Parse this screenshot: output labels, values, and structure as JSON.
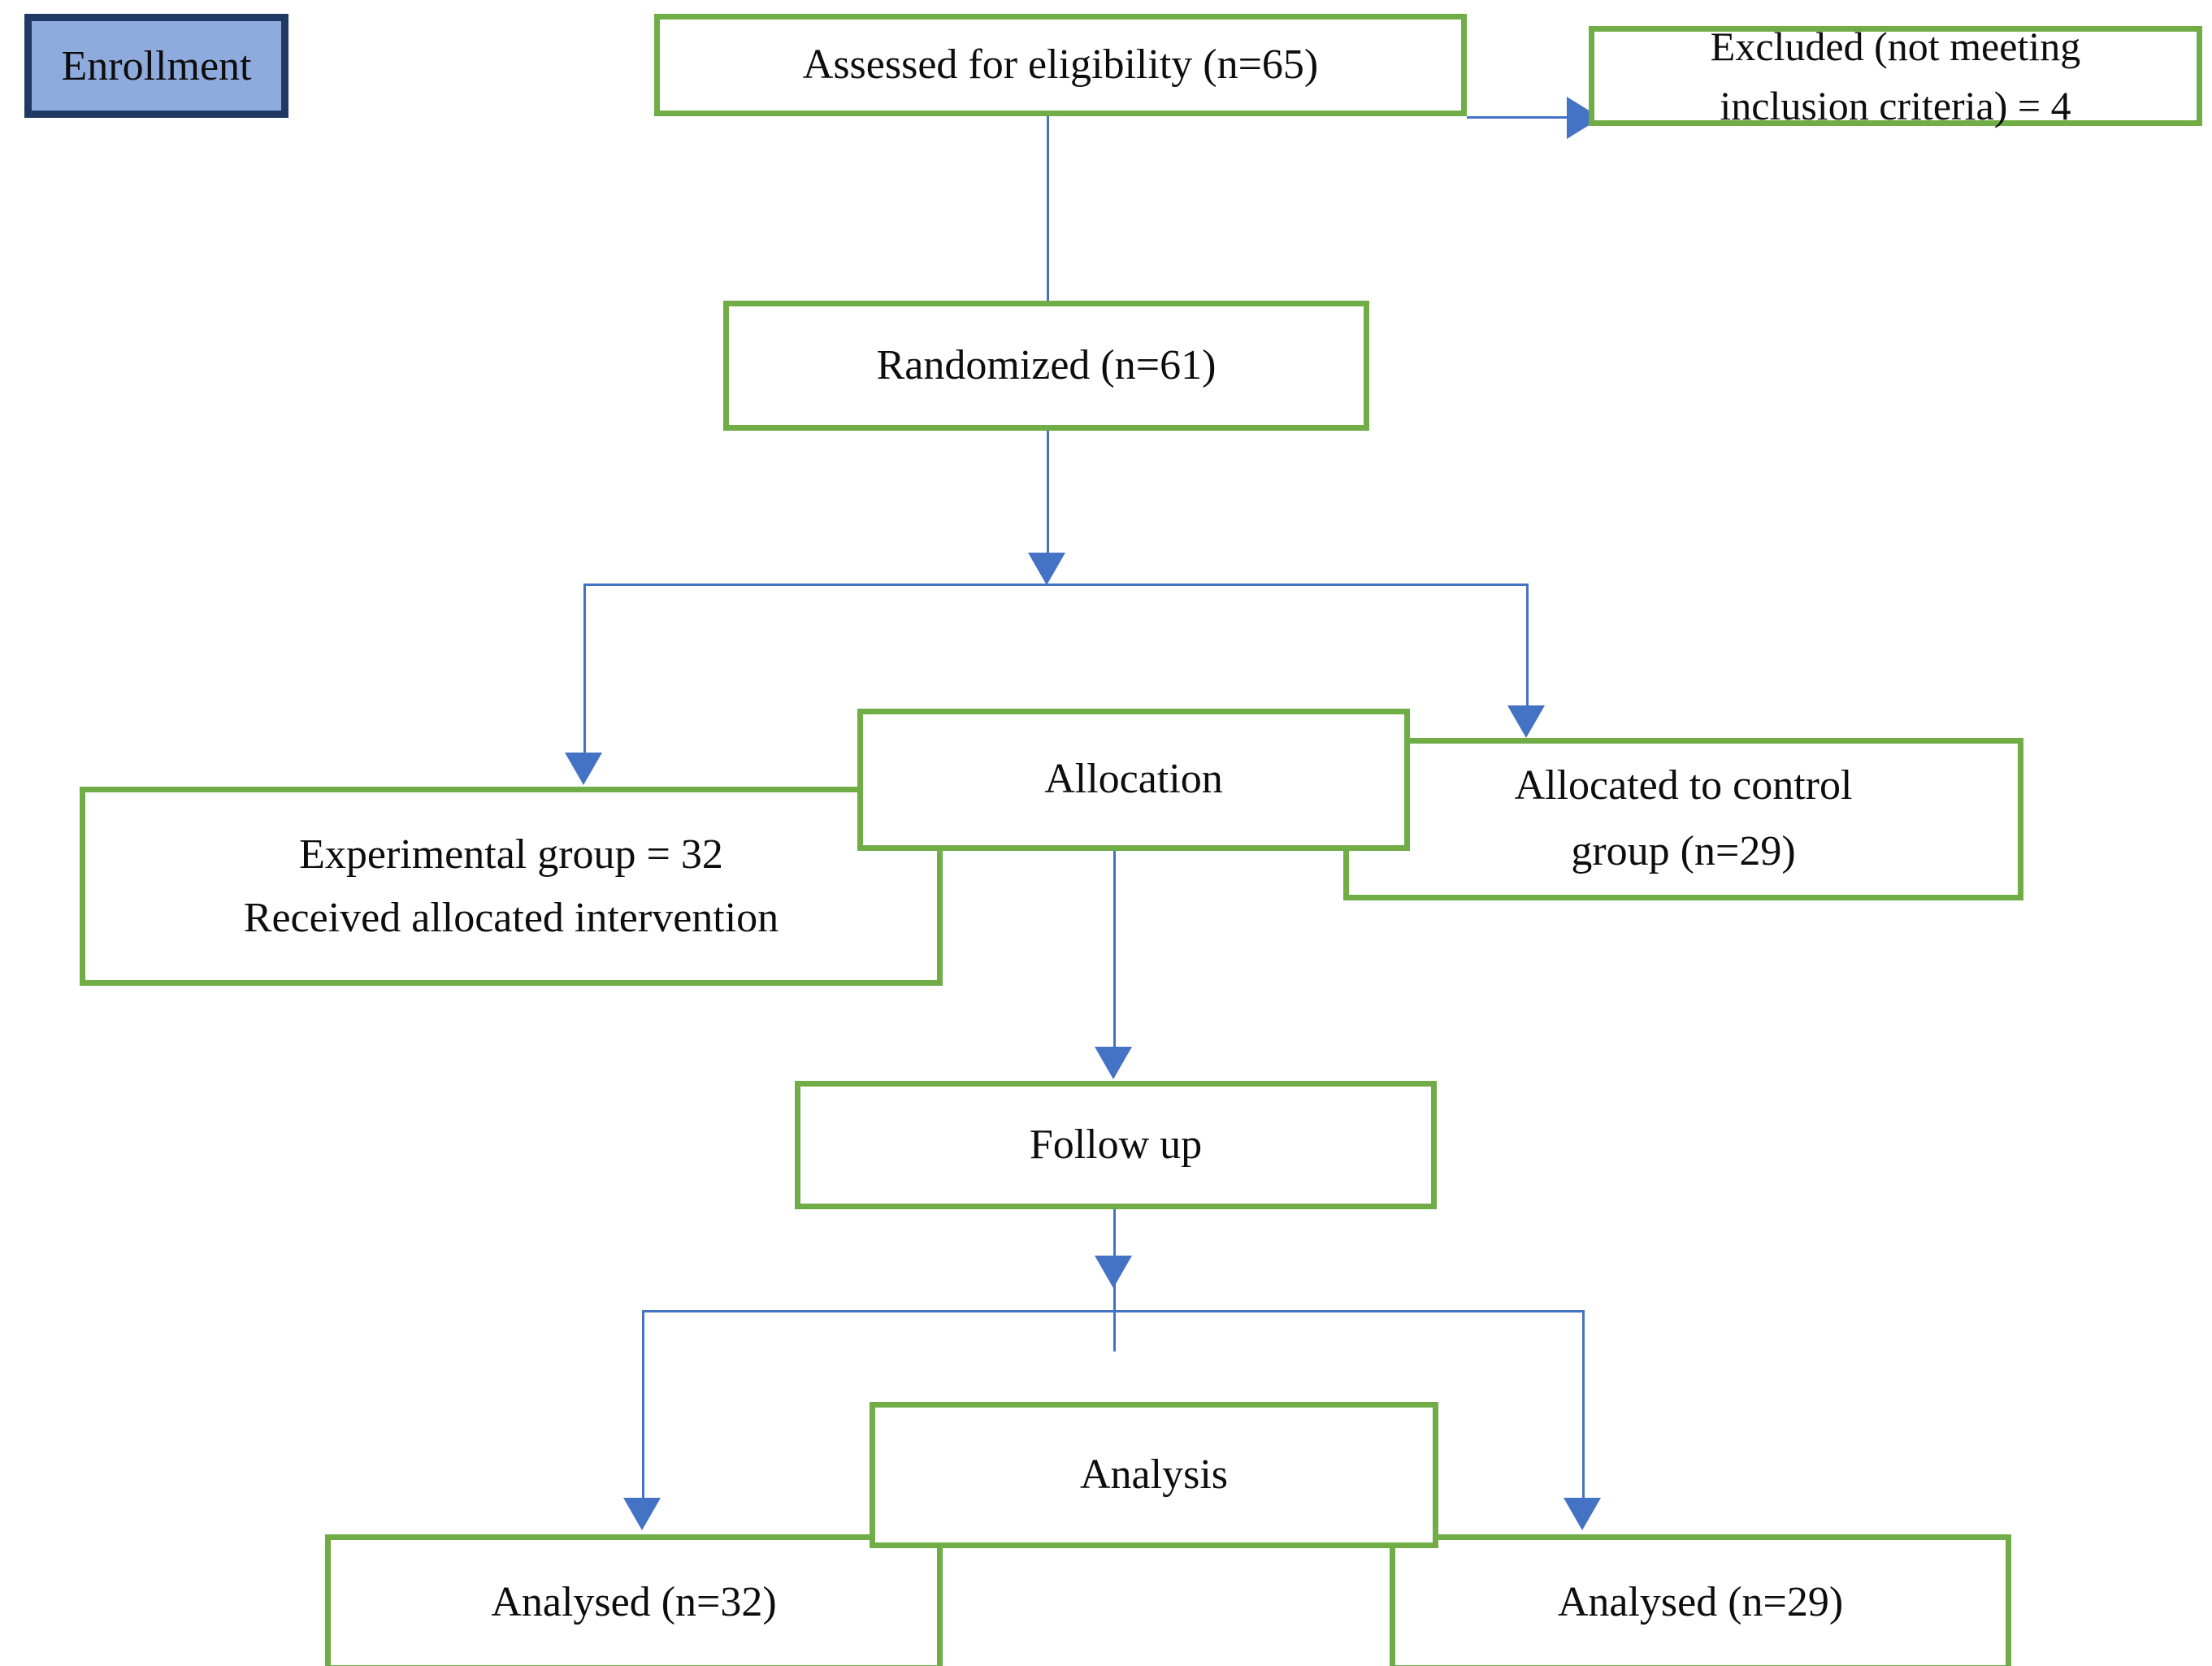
{
  "diagram": {
    "type": "CONSORT participant flow diagram",
    "stages": [
      "Enrollment",
      "Allocation",
      "Follow up",
      "Analysis"
    ],
    "accent_green": "#70ad47",
    "accent_blue": "#4472c4",
    "chip_fill": "#8faadc",
    "chip_border": "#1f3864"
  },
  "nodes": {
    "enrollment_label": "Enrollment",
    "assessed": "Assessed for eligibility (n=65)",
    "excluded_line1": "Excluded (not meeting",
    "excluded_line2": "inclusion criteria) = 4",
    "randomized": "Randomized (n=61)",
    "allocation_label": "Allocation",
    "experimental_line1": "Experimental group = 32",
    "experimental_line2": "Received allocated intervention",
    "control_line1": "Allocated to control",
    "control_line2": "group (n=29)",
    "followup_label": "Follow up",
    "analysis_label": "Analysis",
    "analysed_left": "Analysed (n=32)",
    "analysed_right": "Analysed (n=29)"
  },
  "counts": {
    "assessed_n": 65,
    "excluded_n": 4,
    "randomized_n": 61,
    "experimental_n": 32,
    "control_n": 29,
    "analysed_experimental_n": 32,
    "analysed_control_n": 29
  }
}
